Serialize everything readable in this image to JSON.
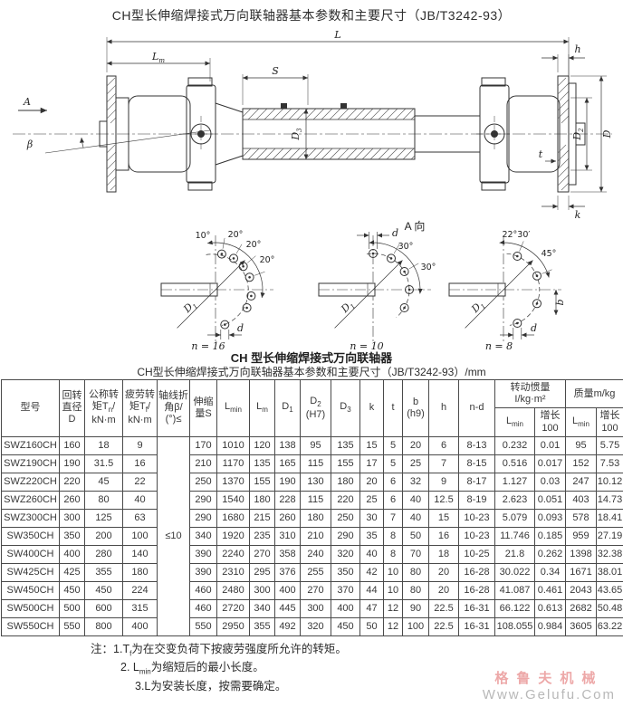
{
  "page": {
    "title": "CH型长伸缩焊接式万向联轴器基本参数和主要尺寸（JB/T3242-93）"
  },
  "drawing": {
    "caption": "CH 型长伸缩焊接式万向联轴器",
    "view_label": "A 向",
    "dims": {
      "L": "L",
      "Lm_base": "L",
      "Lm_sub": "m",
      "S": "S",
      "h": "h",
      "A": "A",
      "beta": "β",
      "D": "D",
      "D2_base": "D",
      "D2_sub": "2",
      "D3_base": "D",
      "D3_sub": "3",
      "t": "t",
      "k": "k"
    },
    "views": [
      {
        "angles": [
          "10°",
          "20°",
          "20°",
          "20°"
        ],
        "D1_base": "D",
        "D1_sub": "1",
        "d": "d",
        "count": "n = 16"
      },
      {
        "angles": [
          "30°",
          "30°"
        ],
        "D1_base": "D",
        "D1_sub": "1",
        "d": "d",
        "count": "n = 10"
      },
      {
        "angles": [
          "22°30′",
          "45°"
        ],
        "D1_base": "D",
        "D1_sub": "1",
        "d": "d",
        "b": "b",
        "count": "n = 8"
      }
    ]
  },
  "table": {
    "title": "CH型长伸缩焊接式万向联轴器基本参数和主要尺寸（JB/T3242-93）/mm",
    "header": {
      "model": "型号",
      "d": {
        "l1": "回转",
        "l2": "直径",
        "l3": "D"
      },
      "tn": {
        "l1": "公称转",
        "l2a": "矩T",
        "sub": "n",
        "l2b": "/",
        "l3": "kN·m"
      },
      "tf": {
        "l1": "疲劳转",
        "l2a": "矩T",
        "sub": "f",
        "l2b": "/",
        "l3": "kN·m"
      },
      "beta": {
        "l1": "轴线折",
        "l2": "角β/",
        "l3": "(°)≤"
      },
      "s": {
        "l1": "伸缩",
        "l2": "量S"
      },
      "lmin": {
        "base": "L",
        "sub": "min"
      },
      "lm": {
        "base": "L",
        "sub": "m"
      },
      "d1": {
        "base": "D",
        "sub": "1"
      },
      "d2": {
        "base": "D",
        "sub": "2",
        "note": "(H7)"
      },
      "d3": {
        "base": "D",
        "sub": "3"
      },
      "k": "k",
      "t": "t",
      "b": {
        "base": "b",
        "note": "(h9)"
      },
      "h": "h",
      "nd": "n-d",
      "inertia": {
        "l1": "转动惯量",
        "l2": "I/kg·m²"
      },
      "mass": "质量m/kg",
      "col_lmin": {
        "base": "L",
        "sub": "min"
      },
      "col_inc": {
        "l1": "增长",
        "l2": "100"
      }
    },
    "beta_limit": "≤10",
    "rows": [
      [
        "SWZ160CH",
        "160",
        "18",
        "9",
        "170",
        "1010",
        "120",
        "138",
        "95",
        "135",
        "15",
        "5",
        "20",
        "6",
        "8-13",
        "0.232",
        "0.01",
        "95",
        "5.75"
      ],
      [
        "SWZ190CH",
        "190",
        "31.5",
        "16",
        "210",
        "1170",
        "135",
        "165",
        "115",
        "155",
        "17",
        "5",
        "25",
        "7",
        "8-15",
        "0.516",
        "0.017",
        "152",
        "7.53"
      ],
      [
        "SWZ220CH",
        "220",
        "45",
        "22",
        "250",
        "1370",
        "155",
        "190",
        "130",
        "180",
        "20",
        "6",
        "32",
        "9",
        "8-17",
        "1.127",
        "0.03",
        "247",
        "10.12"
      ],
      [
        "SWZ260CH",
        "260",
        "80",
        "40",
        "290",
        "1540",
        "180",
        "228",
        "115",
        "220",
        "25",
        "6",
        "40",
        "12.5",
        "8-19",
        "2.623",
        "0.051",
        "403",
        "14.73"
      ],
      [
        "SWZ300CH",
        "300",
        "125",
        "63",
        "290",
        "1680",
        "215",
        "260",
        "180",
        "250",
        "30",
        "7",
        "40",
        "15",
        "10-23",
        "5.079",
        "0.093",
        "578",
        "18.41"
      ],
      [
        "SW350CH",
        "350",
        "200",
        "100",
        "340",
        "1920",
        "235",
        "310",
        "210",
        "290",
        "35",
        "8",
        "50",
        "16",
        "10-23",
        "11.746",
        "0.185",
        "959",
        "27.19"
      ],
      [
        "SW400CH",
        "400",
        "280",
        "140",
        "390",
        "2240",
        "270",
        "358",
        "240",
        "320",
        "40",
        "8",
        "70",
        "18",
        "10-25",
        "21.8",
        "0.262",
        "1398",
        "32.38"
      ],
      [
        "SW425CH",
        "425",
        "355",
        "180",
        "390",
        "2310",
        "295",
        "376",
        "255",
        "350",
        "42",
        "10",
        "80",
        "20",
        "16-28",
        "30.022",
        "0.34",
        "1671",
        "38.01"
      ],
      [
        "SW450CH",
        "450",
        "450",
        "224",
        "460",
        "2480",
        "300",
        "400",
        "270",
        "370",
        "44",
        "10",
        "80",
        "20",
        "16-28",
        "41.087",
        "0.461",
        "2043",
        "43.65"
      ],
      [
        "SW500CH",
        "500",
        "600",
        "315",
        "460",
        "2720",
        "340",
        "445",
        "300",
        "400",
        "47",
        "12",
        "90",
        "22.5",
        "16-31",
        "66.122",
        "0.613",
        "2682",
        "50.48"
      ],
      [
        "SW550CH",
        "550",
        "800",
        "400",
        "550",
        "2950",
        "355",
        "492",
        "320",
        "450",
        "50",
        "12",
        "100",
        "22.5",
        "16-31",
        "108.055",
        "0.984",
        "3605",
        "63.22"
      ]
    ]
  },
  "notes": {
    "prefix": "注：",
    "n1": {
      "pre": "1.T",
      "sub": "f",
      "post": "为在交变负荷下按疲劳强度所允许的转矩。"
    },
    "n2": {
      "pre": "2. L",
      "sub": "min",
      "post": "为缩短后的最小长度。"
    },
    "n3": {
      "text": "3.L为安装长度，按需要确定。"
    }
  },
  "watermark": {
    "brand": "格鲁夫机械",
    "url": "Www.Gelufu.Com",
    "brand_color": "#eda8a8",
    "url_color": "#b8b8b8"
  }
}
